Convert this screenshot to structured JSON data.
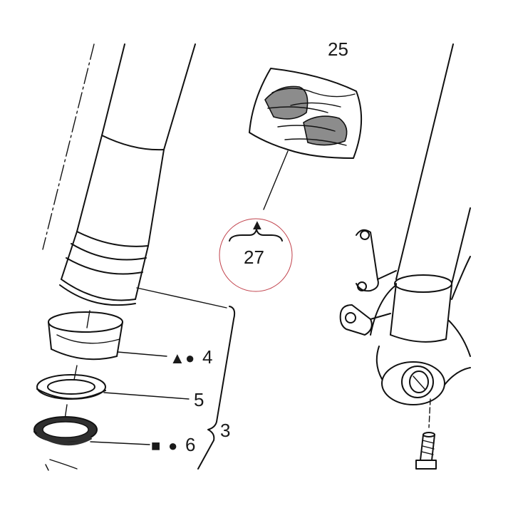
{
  "callouts": {
    "p25": "25",
    "p27": "27",
    "p4": "4",
    "p5": "5",
    "p6": "6",
    "p3": "3"
  },
  "symbols": {
    "triangle": "▲",
    "circle": "●",
    "square": "■"
  },
  "colors": {
    "ink": "#111111",
    "pad_gray": "#8c8c8c",
    "seal_dark": "#2f2f2f",
    "highlight_circle": "#c0404a"
  }
}
